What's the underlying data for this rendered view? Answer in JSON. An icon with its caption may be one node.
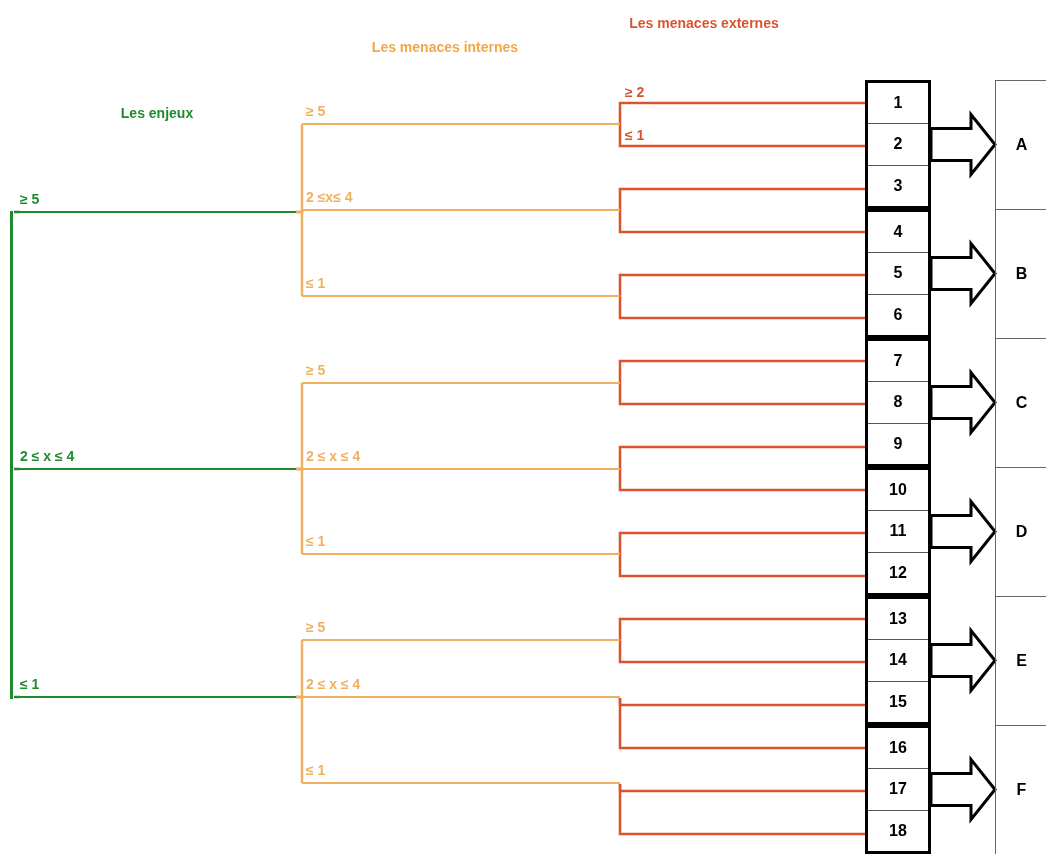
{
  "diagram": {
    "nodes": [
      {
        "text": [
          "≥ 5"
        ]
      },
      {
        "text": [
          "2 ≤ x ≤ 4"
        ]
      },
      {
        "text": [
          "≤ 1"
        ]
      },
      {
        "text": [
          "≥ 5"
        ]
      },
      {
        "text": [
          "2 ≤x≤ 4"
        ]
      },
      {
        "text": [
          "≤ 1"
        ]
      },
      {
        "text": [
          "≥ 5"
        ]
      },
      {
        "text": [
          "2 ≤ x ≤ 4"
        ]
      },
      {
        "text": [
          "≤ 1"
        ]
      },
      {
        "text": [
          "≥ 5"
        ]
      },
      {
        "text": [
          "2 ≤ x ≤ 4"
        ]
      },
      {
        "text": [
          "≤ 1"
        ]
      },
      {
        "text": [],
        "shape": "box"
      },
      {
        "text": [
          "1"
        ],
        "in": 12
      },
      {
        "text": [
          "2"
        ],
        "in": 12
      },
      {
        "text": [
          "3"
        ],
        "in": 12
      },
      {
        "text": [],
        "shape": "box"
      },
      {
        "text": [
          "4"
        ],
        "in": 16
      },
      {
        "text": [
          "5"
        ],
        "in": 16
      },
      {
        "text": [
          "6"
        ],
        "in": 16
      },
      {
        "text": [],
        "shape": "box"
      },
      {
        "text": [
          "7"
        ],
        "in": 20
      },
      {
        "text": [
          "8"
        ],
        "in": 20
      },
      {
        "text": [
          "9"
        ],
        "in": 20
      },
      {
        "text": [],
        "shape": "box"
      },
      {
        "text": [
          "10"
        ],
        "in": 24
      },
      {
        "text": [
          "11"
        ],
        "in": 24
      },
      {
        "text": [
          "12"
        ],
        "in": 24
      },
      {
        "text": [],
        "shape": "box"
      },
      {
        "text": [
          "13"
        ],
        "in": 28
      },
      {
        "text": [
          "14"
        ],
        "in": 28
      },
      {
        "text": [
          "15"
        ],
        "in": 28
      },
      {
        "text": [],
        "shape": "box"
      },
      {
        "text": [
          "16"
        ],
        "in": 32
      },
      {
        "text": [
          "17"
        ],
        "in": 32
      },
      {
        "text": [
          "18"
        ],
        "in": 32
      },
      {
        "text": [
          "A"
        ]
      },
      {
        "text": [
          "B"
        ]
      },
      {
        "text": [
          "C"
        ]
      },
      {
        "text": [
          "D"
        ]
      },
      {
        "text": [
          "E"
        ]
      },
      {
        "text": [
          "F"
        ]
      },
      {
        "text": [],
        "shape": "bar"
      }
    ],
    "edges": [
      {
        "from": 42,
        "to": 0,
        "arrow": "none",
        "color": "#1f8a2e"
      },
      {
        "from": 42,
        "to": 1,
        "arrow": "none",
        "color": "#1f8a2e"
      },
      {
        "from": 42,
        "to": 2,
        "arrow": "none",
        "color": "#1f8a2e"
      },
      {
        "from": 0,
        "to": 3,
        "arrow": "none",
        "color": "#f0b060"
      },
      {
        "from": 0,
        "to": 4,
        "arrow": "none",
        "color": "#f0b060"
      },
      {
        "from": 0,
        "to": 5,
        "arrow": "none",
        "color": "#f0b060"
      },
      {
        "from": 1,
        "to": 6,
        "arrow": "none",
        "color": "#f0b060"
      },
      {
        "from": 1,
        "to": 7,
        "arrow": "none",
        "color": "#f0b060"
      },
      {
        "from": 1,
        "to": 8,
        "arrow": "none",
        "color": "#f0b060"
      },
      {
        "from": 2,
        "to": 9,
        "arrow": "none",
        "color": "#f0b060"
      },
      {
        "from": 2,
        "to": 10,
        "arrow": "none",
        "color": "#f0b060"
      },
      {
        "from": 2,
        "to": 11,
        "arrow": "none",
        "color": "#f0b060"
      },
      {
        "from": 3,
        "to": 13,
        "arrow": "none",
        "label": "≥ 2"
      },
      {
        "from": 3,
        "to": 14,
        "arrow": "none",
        "label": "≤ 1"
      },
      {
        "from": 4,
        "to": 15,
        "arrow": "none"
      },
      {
        "from": 4,
        "to": 17,
        "arrow": "none"
      },
      {
        "from": 5,
        "to": 18,
        "arrow": "none"
      },
      {
        "from": 5,
        "to": 19,
        "arrow": "none"
      },
      {
        "from": 6,
        "to": 21,
        "arrow": "none"
      },
      {
        "from": 6,
        "to": 22,
        "arrow": "none"
      },
      {
        "from": 7,
        "to": 23,
        "arrow": "none"
      },
      {
        "from": 7,
        "to": 25,
        "arrow": "none"
      },
      {
        "from": 8,
        "to": 26,
        "arrow": "none"
      },
      {
        "from": 8,
        "to": 27,
        "arrow": "none"
      },
      {
        "from": 9,
        "to": 29,
        "arrow": "none"
      },
      {
        "from": 9,
        "to": 30,
        "arrow": "none"
      },
      {
        "from": 10,
        "to": 31,
        "arrow": "none"
      },
      {
        "from": 10,
        "to": 33,
        "arrow": "none"
      },
      {
        "from": 11,
        "to": 34,
        "arrow": "none"
      },
      {
        "from": 11,
        "to": 35,
        "arrow": "none"
      },
      {
        "from": 12,
        "to": 36,
        "arrow": "to",
        "style": "thick",
        "color": "#000000"
      },
      {
        "from": 16,
        "to": 37,
        "arrow": "to",
        "style": "thick",
        "color": "#000000"
      },
      {
        "from": 20,
        "to": 38,
        "arrow": "to",
        "style": "thick",
        "color": "#000000"
      },
      {
        "from": 24,
        "to": 39,
        "arrow": "to",
        "style": "thick",
        "color": "#000000"
      },
      {
        "from": 28,
        "to": 40,
        "arrow": "to",
        "style": "thick",
        "color": "#000000"
      },
      {
        "from": 32,
        "to": 41,
        "arrow": "to",
        "style": "thick",
        "color": "#000000"
      }
    ],
    "labels": [
      "Les menaces externes",
      "Les menaces internes",
      "Les enjeux"
    ]
  }
}
